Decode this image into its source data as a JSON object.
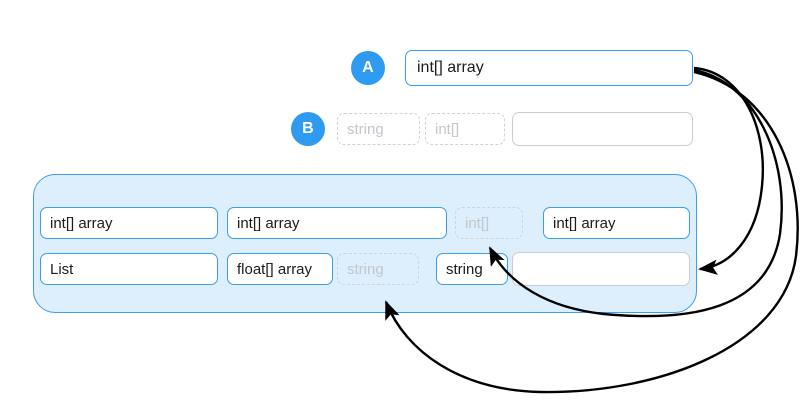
{
  "meta": {
    "title": "Type token drag-and-drop diagram",
    "accent_blue": "#2e9bf0",
    "box_border_blue": "#3a9ded",
    "panel_fill": "#ddeefc",
    "ghost_gray": "#c2c7cc",
    "empty_slot_border": "#c9cdd1",
    "arrow_color": "#000000"
  },
  "rows": {
    "a": {
      "badge_label": "A",
      "input_value": "int[] array"
    },
    "b": {
      "badge_label": "B",
      "tokens": [
        {
          "label": "string",
          "style": "dashed-ghost"
        },
        {
          "label": "int[]",
          "style": "dashed-ghost"
        }
      ],
      "empty_slot_label": ""
    }
  },
  "panel": {
    "rows": [
      {
        "cells": [
          {
            "label": "int[] array",
            "style": "solid-blue"
          },
          {
            "label": "int[] array",
            "style": "solid-blue"
          },
          {
            "label": "int[]",
            "style": "dashed-ghost"
          },
          {
            "label": "int[] array",
            "style": "solid-blue"
          }
        ]
      },
      {
        "cells": [
          {
            "label": "List",
            "style": "solid-blue"
          },
          {
            "label": "float[] array",
            "style": "solid-blue"
          },
          {
            "label": "string",
            "style": "dashed-ghost"
          },
          {
            "label": "string",
            "style": "solid-blue"
          },
          {
            "label": "",
            "style": "empty-slot"
          }
        ]
      }
    ]
  },
  "arrows": [
    {
      "name": "arrow-to-empty-slot",
      "from": "input-a",
      "to": "p2-slot-empty"
    },
    {
      "name": "arrow-to-int-ghost",
      "from": "input-a",
      "to": "p1-int-dashed"
    },
    {
      "name": "arrow-to-string-ghost",
      "from": "input-a",
      "to": "p2-string-dash"
    }
  ]
}
